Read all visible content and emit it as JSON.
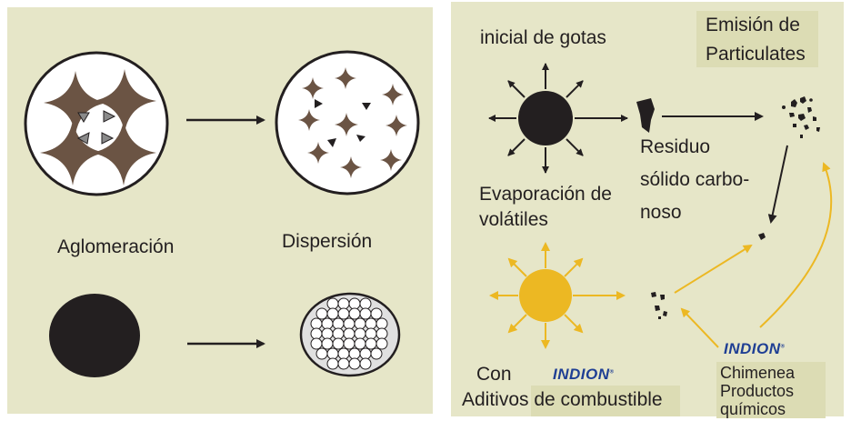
{
  "left_panel": {
    "aglomeracion_label": "Aglomeración",
    "dispersion_label": "Dispersión"
  },
  "right_panel": {
    "inicial_label": "inicial de gotas",
    "emision_label_line1": "Emisión de",
    "emision_label_line2": "Particulates",
    "residuo_line1": "Residuo",
    "residuo_line2": "sólido carbo-",
    "residuo_line3": "noso",
    "evaporacion_line1": "Evaporación de",
    "evaporacion_line2": "volátiles",
    "con_label": "Con",
    "aditivos_label": "Aditivos de combustible",
    "chimenea_line1": "Chimenea",
    "chimenea_line2": "Productos",
    "chimenea_line3": "químicos",
    "brand_name": "INDION",
    "brand_mark": "®"
  },
  "colors": {
    "panel_bg": "#e6e6c8",
    "star_brown": "#6b5444",
    "yellow": "#ecb823",
    "dark": "#231f20",
    "brand_blue": "#1f3f94",
    "label_bg": "#dcdcb4"
  }
}
